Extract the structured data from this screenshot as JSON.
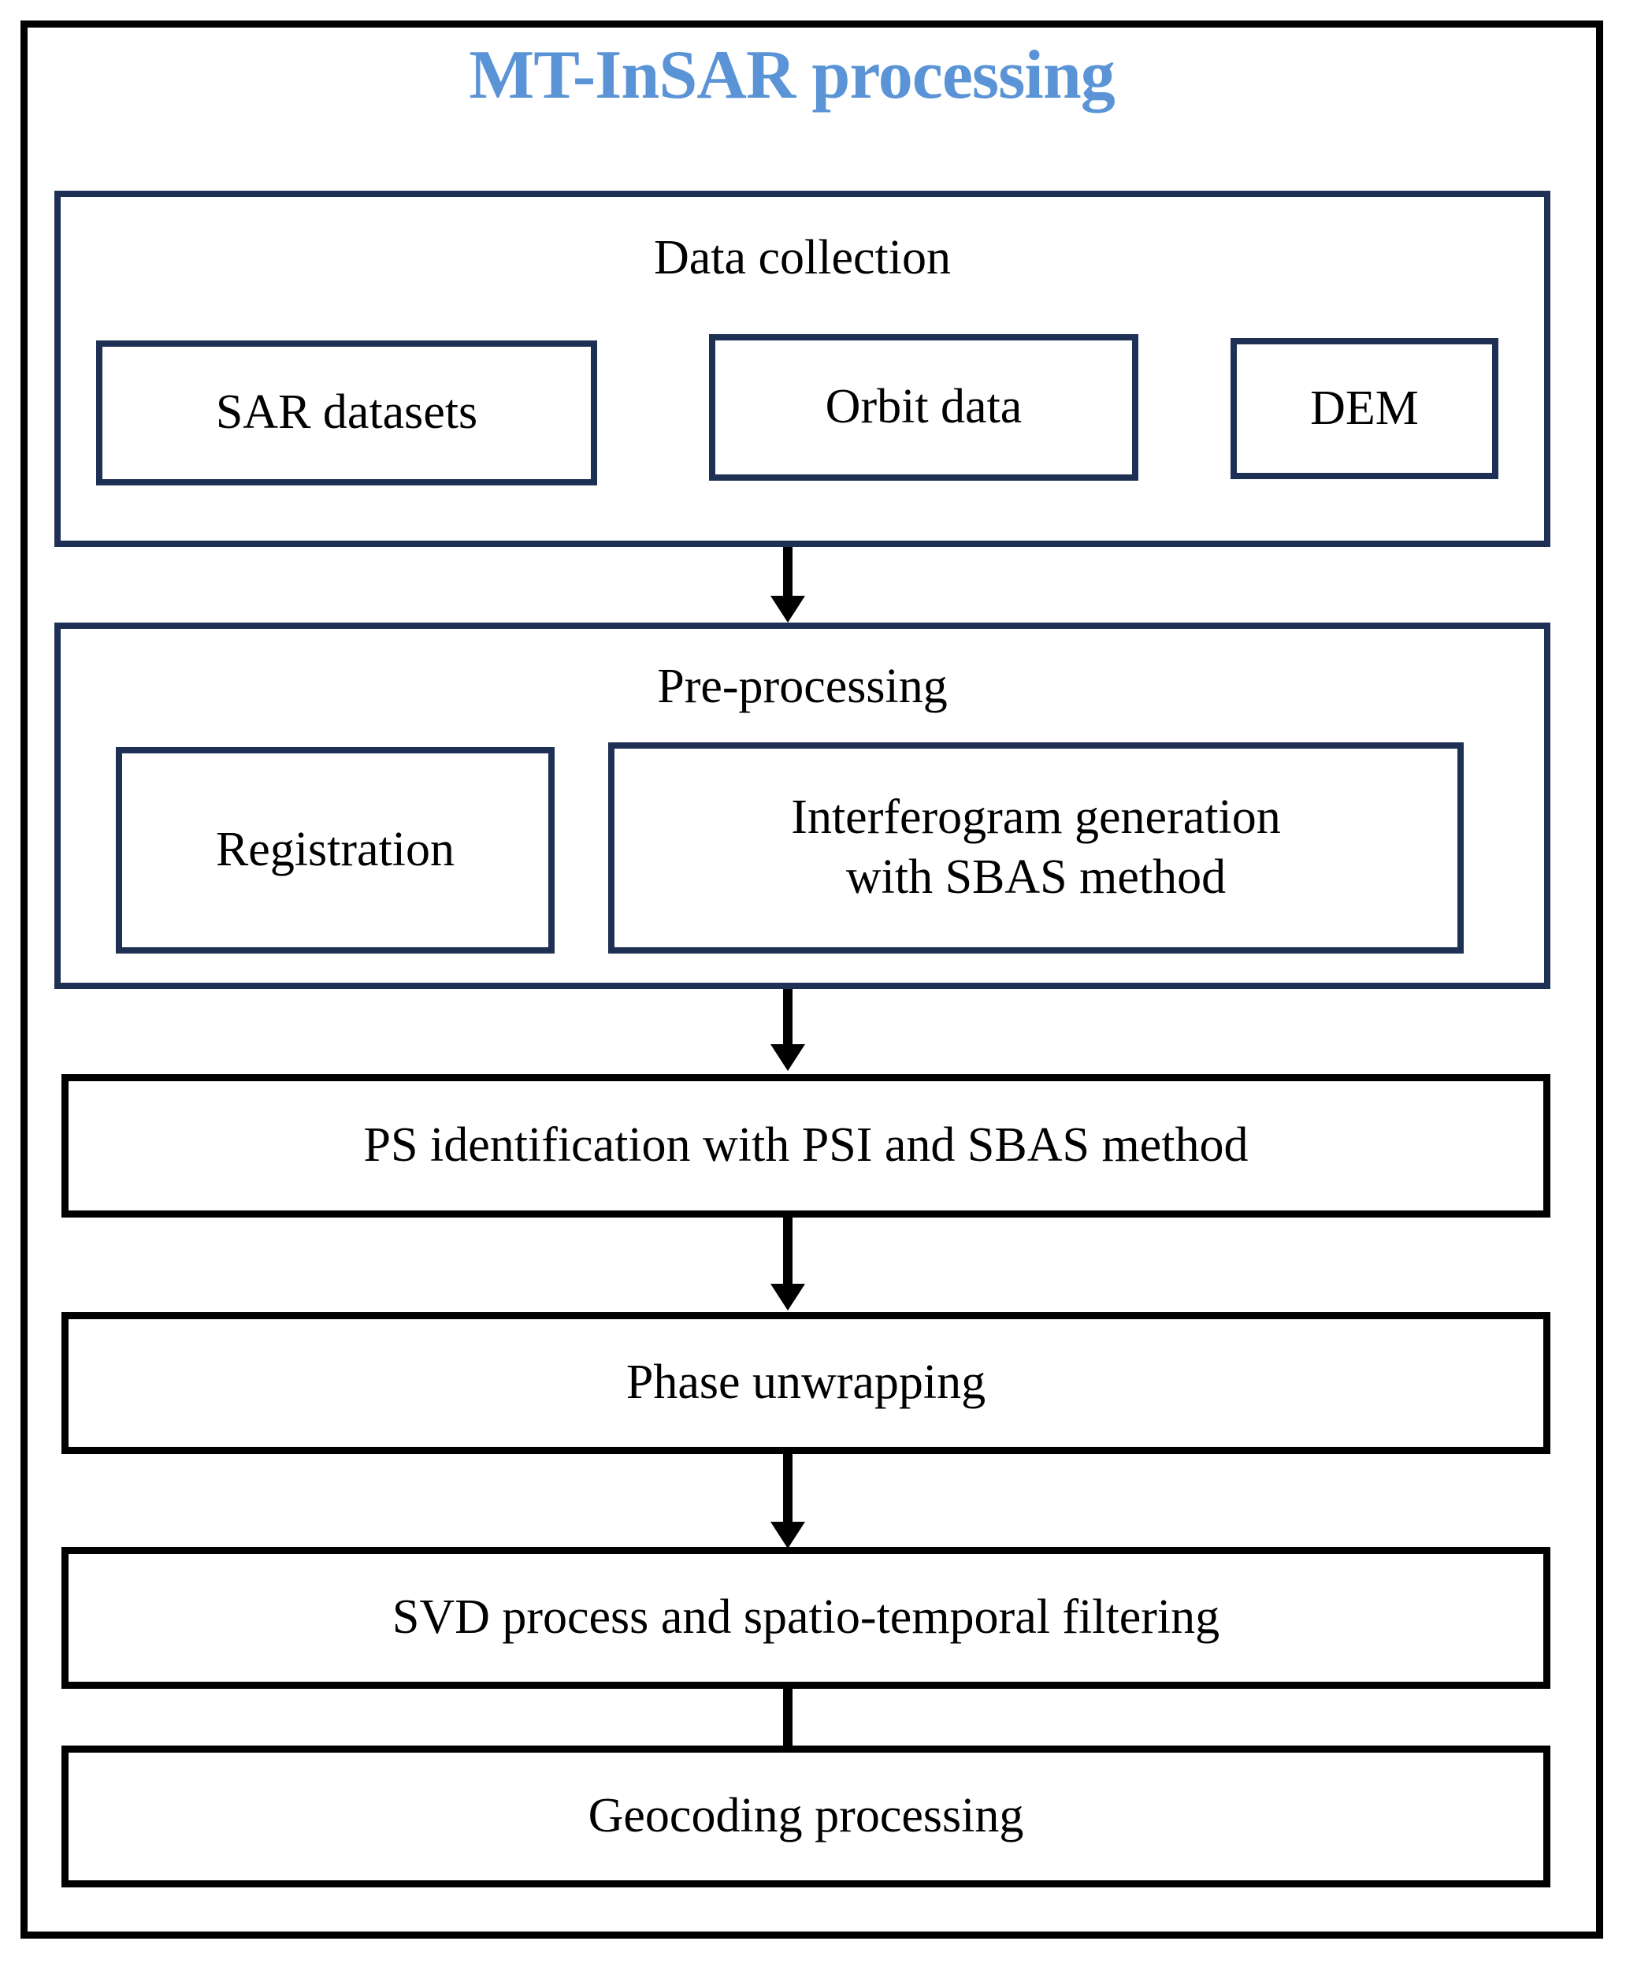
{
  "diagram": {
    "title": "MT-InSAR processing",
    "title_color": "#5B94D6",
    "group_border_color": "#1E3155",
    "step_border_color": "#000000",
    "groups": [
      {
        "label": "Data collection",
        "items": [
          {
            "label": "SAR datasets"
          },
          {
            "label": "Orbit data"
          },
          {
            "label": "DEM"
          }
        ]
      },
      {
        "label": "Pre-processing",
        "items": [
          {
            "label": "Registration"
          },
          {
            "label_line1": "Interferogram generation",
            "label_line2": "with SBAS method"
          }
        ]
      }
    ],
    "steps": [
      {
        "label": "PS identification with PSI and SBAS method"
      },
      {
        "label": "Phase unwrapping"
      },
      {
        "label": "SVD process and spatio-temporal filtering"
      },
      {
        "label": "Geocoding processing"
      }
    ],
    "connectors": [
      {
        "name": "arrow-data-collection-to-pre-processing"
      },
      {
        "name": "arrow-pre-processing-to-ps-identification"
      },
      {
        "name": "arrow-ps-identification-to-phase-unwrapping"
      },
      {
        "name": "arrow-phase-unwrapping-to-svd-process"
      },
      {
        "name": "arrow-svd-process-to-geocoding"
      }
    ]
  }
}
